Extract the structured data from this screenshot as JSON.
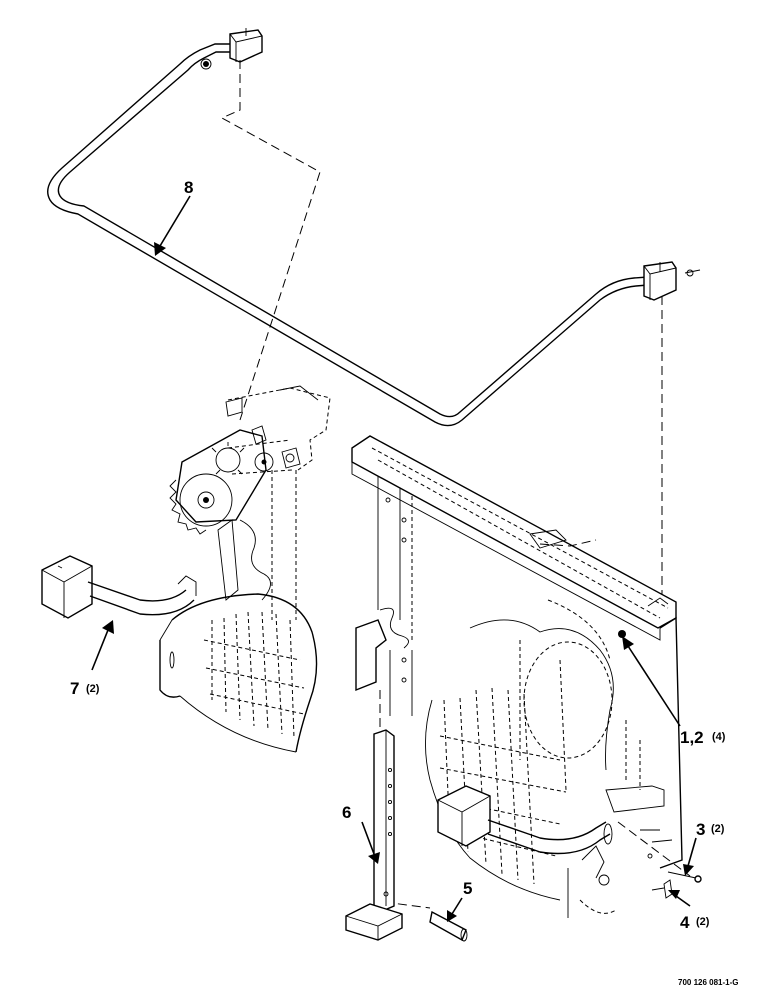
{
  "diagram": {
    "callouts": [
      {
        "id": "8",
        "number": "8",
        "qty": ""
      },
      {
        "id": "7",
        "number": "7",
        "qty": "(2)"
      },
      {
        "id": "6",
        "number": "6",
        "qty": ""
      },
      {
        "id": "5",
        "number": "5",
        "qty": ""
      },
      {
        "id": "1-2",
        "number": "1,2",
        "qty": "(4)"
      },
      {
        "id": "3",
        "number": "3",
        "qty": "(2)"
      },
      {
        "id": "4",
        "number": "4",
        "qty": "(2)"
      }
    ],
    "drawing_number": "700 126 081-1-G"
  }
}
